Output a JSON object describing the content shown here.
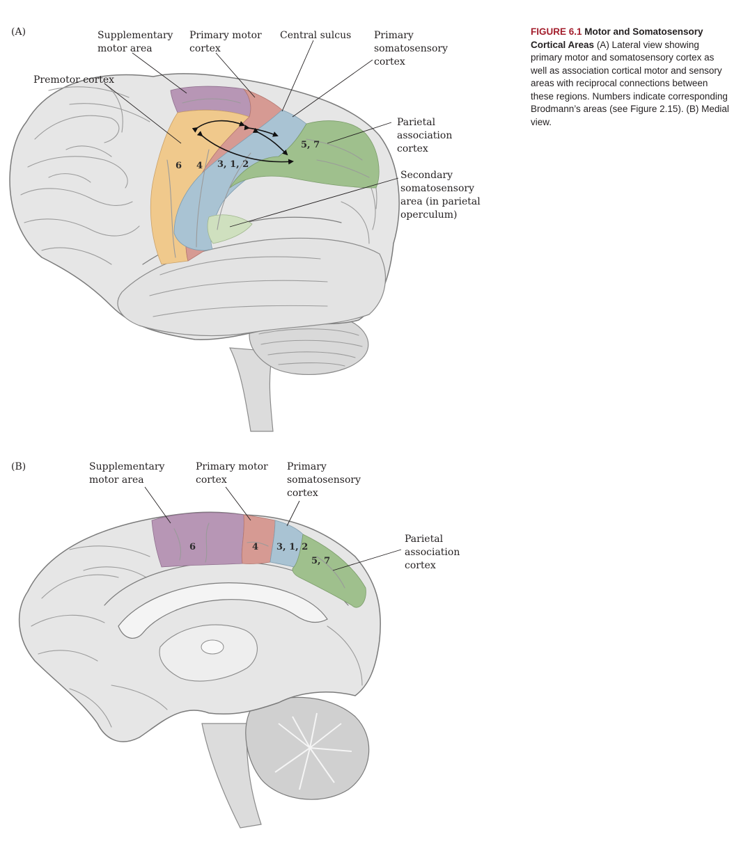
{
  "panel_a": {
    "panel_label": "(A)",
    "labels": {
      "supplementary": [
        "Supplementary",
        "motor area"
      ],
      "primary_motor": [
        "Primary motor",
        "cortex"
      ],
      "central_sulcus": [
        "Central sulcus"
      ],
      "primary_somato": [
        "Primary",
        "somatosensory",
        "cortex"
      ],
      "premotor": [
        "Premotor cortex"
      ],
      "parietal": [
        "Parietal",
        "association",
        "cortex"
      ],
      "secondary": [
        "Secondary",
        "somatosensory",
        "area (in parietal",
        "operculum)"
      ]
    },
    "area_numbers": {
      "premotor": "6",
      "motor": "4",
      "somato": "3, 1, 2",
      "parietal": "5, 7"
    }
  },
  "panel_b": {
    "panel_label": "(B)",
    "labels": {
      "supplementary": [
        "Supplementary",
        "motor area"
      ],
      "primary_motor": [
        "Primary motor",
        "cortex"
      ],
      "primary_somato": [
        "Primary",
        "somatosensory",
        "cortex"
      ],
      "parietal": [
        "Parietal",
        "association",
        "cortex"
      ]
    },
    "area_numbers": {
      "supplementary": "6",
      "motor": "4",
      "somato": "3, 1, 2",
      "parietal": "5, 7"
    }
  },
  "caption": {
    "figure_number": "FIGURE 6.1",
    "title": "Motor and Somatosensory Cortical Areas",
    "body": "(A) Lateral view showing primary motor and somatosensory cortex as well as association cortical motor and sensory areas with reciprocal connections between these regions. Numbers indicate corresponding Brodmann’s areas (see Figure 2.15). (B) Medial view."
  },
  "colors": {
    "supplementary": "#b796b5",
    "premotor": "#f0c98c",
    "motor": "#d69a93",
    "somatosensory": "#a9c3d3",
    "parietal": "#9fc08d",
    "secondary": "#cfe0bf",
    "brain": "#e6e6e6",
    "caption_accent": "#a31e2c"
  }
}
